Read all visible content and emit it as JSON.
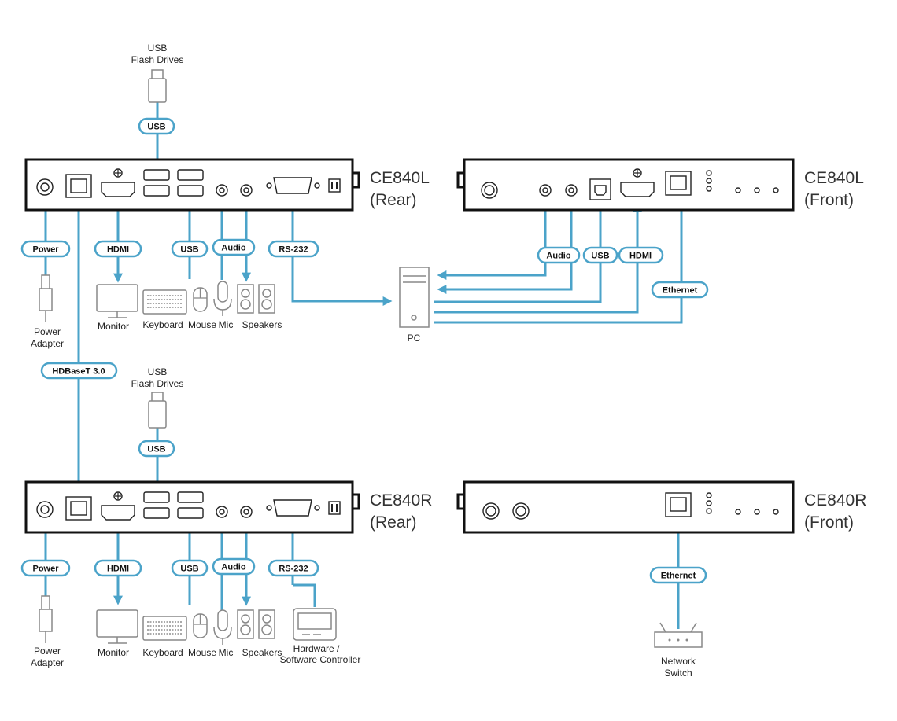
{
  "devices": {
    "l_rear_name": "CE840L",
    "l_rear_sub": "(Rear)",
    "l_front_name": "CE840L",
    "l_front_sub": "(Front)",
    "r_rear_name": "CE840R",
    "r_rear_sub": "(Rear)",
    "r_front_name": "CE840R",
    "r_front_sub": "(Front)"
  },
  "cables": {
    "usb": "USB",
    "power": "Power",
    "hdmi": "HDMI",
    "audio": "Audio",
    "rs232": "RS-232",
    "hdbaset": "HDBaseT 3.0",
    "ethernet": "Ethernet"
  },
  "peripherals": {
    "usb_flash_1": "USB",
    "usb_flash_2": "Flash Drives",
    "power_adapter_1": "Power",
    "power_adapter_2": "Adapter",
    "monitor": "Monitor",
    "keyboard": "Keyboard",
    "mouse": "Mouse",
    "mic": "Mic",
    "speakers": "Speakers",
    "pc": "PC",
    "controller_1": "Hardware /",
    "controller_2": "Software Controller",
    "switch_1": "Network",
    "switch_2": "Switch"
  },
  "colors": {
    "cable": "#4ba3c9",
    "device_outline": "#111111",
    "peripheral": "#888888"
  }
}
